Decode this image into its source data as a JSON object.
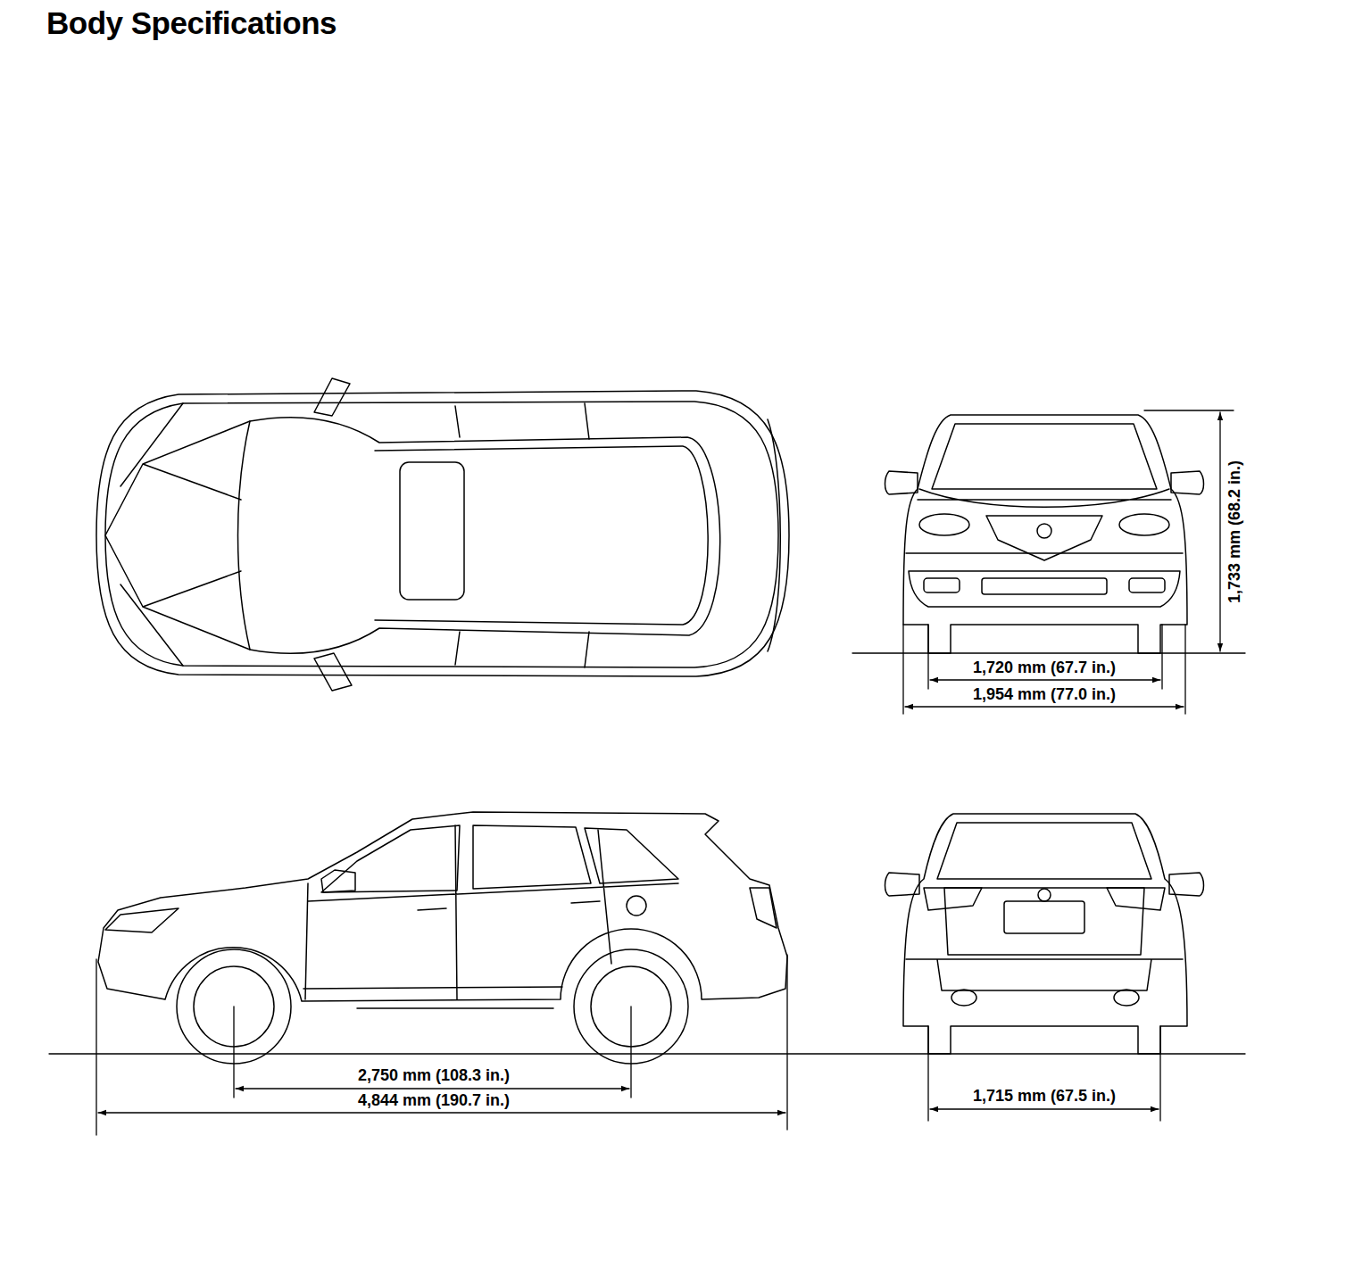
{
  "diagram": {
    "title": "Body Specifications",
    "labels": [
      "1,733 mm (68.2 in.)",
      "1,720 mm (67.7 in.)",
      "1,954 mm (77.0 in.)",
      "2,750 mm (108.3 in.)",
      "4,844 mm (190.7 in.)",
      "1,715 mm (67.5 in.)"
    ]
  }
}
